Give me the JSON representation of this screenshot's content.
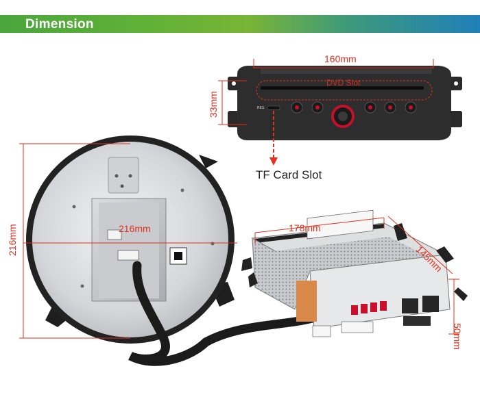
{
  "header": {
    "title": "Dimension",
    "gradient_colors": [
      "#4aa63c",
      "#79b436",
      "#1f7fb8"
    ]
  },
  "front_panel": {
    "width_label": "160mm",
    "height_label": "33mm",
    "slot_label": "DVD Slot",
    "buttons": [
      "power-icon",
      "mute-icon",
      "home-icon",
      "back-icon",
      "navigation-icon",
      "eject-icon"
    ],
    "knob": "volume-knob"
  },
  "callout": {
    "label": "TF Card Slot"
  },
  "round_unit": {
    "diameter_label_horizontal": "216mm",
    "diameter_label_vertical": "216mm"
  },
  "chassis": {
    "length_label": "178mm",
    "depth_label": "145mm",
    "height_label": "50mm"
  },
  "colors": {
    "dimension_lines": "#e0301e",
    "device_body": "#2b2b2b",
    "accent_red": "#c4102a",
    "dial_silver": "#d9dbde"
  }
}
